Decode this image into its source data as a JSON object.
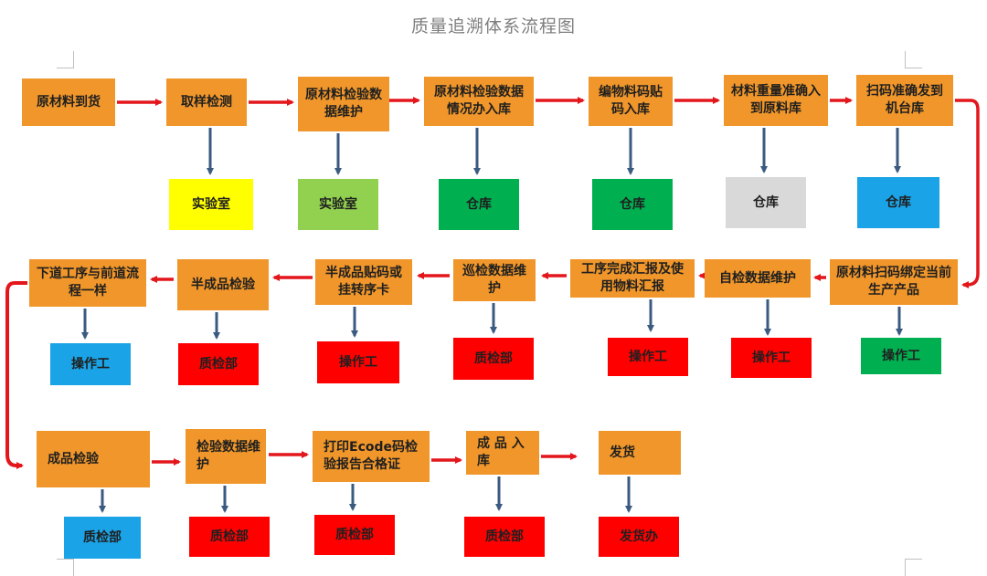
{
  "title": "质量追溯体系流程图",
  "colors": {
    "process": "#f0962a",
    "flow_arrow": "#e3161c",
    "down_arrow": "#3a5a80",
    "yellow": "#ffff00",
    "light_green": "#92d050",
    "green": "#00b050",
    "gray": "#d9d9d9",
    "blue": "#1aa3e6",
    "red": "#ff0000"
  },
  "rows": [
    {
      "steps": [
        {
          "label": "原材料到货",
          "dept": ""
        },
        {
          "label": "取样检测",
          "dept": "实验室",
          "dept_color": "yellow"
        },
        {
          "label": "原材料检验数据维护",
          "dept": "实验室",
          "dept_color": "light_green"
        },
        {
          "label": "原材料检验数据情况办入库",
          "dept": "仓库",
          "dept_color": "green"
        },
        {
          "label": "编物料码贴码入库",
          "dept": "仓库",
          "dept_color": "green"
        },
        {
          "label": "材料重量准确入到原料库",
          "dept": "仓库",
          "dept_color": "gray"
        },
        {
          "label": "扫码准确发到机台库",
          "dept": "仓库",
          "dept_color": "blue"
        }
      ]
    },
    {
      "steps": [
        {
          "label": "原材料扫码绑定当前生产产品",
          "dept": "操作工",
          "dept_color": "green"
        },
        {
          "label": "自检数据维护",
          "dept": "操作工",
          "dept_color": "red"
        },
        {
          "label": "工序完成汇报及使用物料汇报",
          "dept": "操作工",
          "dept_color": "red"
        },
        {
          "label": "巡检数据维护",
          "dept": "质检部",
          "dept_color": "red"
        },
        {
          "label": "半成品贴码或挂转序卡",
          "dept": "操作工",
          "dept_color": "red"
        },
        {
          "label": "半成品检验",
          "dept": "质检部",
          "dept_color": "red"
        },
        {
          "label": "下道工序与前道流程一样",
          "dept": "操作工",
          "dept_color": "blue"
        }
      ]
    },
    {
      "steps": [
        {
          "label": "成品检验",
          "dept": "质检部",
          "dept_color": "blue"
        },
        {
          "label": "检验数据维护",
          "dept": "质检部",
          "dept_color": "red"
        },
        {
          "label": "打印Ecode码检验报告合格证",
          "dept": "质检部",
          "dept_color": "red"
        },
        {
          "label": "成 品 入 库",
          "dept": "质检部",
          "dept_color": "red"
        },
        {
          "label": "发货",
          "dept": "发货办",
          "dept_color": "red"
        }
      ]
    }
  ]
}
